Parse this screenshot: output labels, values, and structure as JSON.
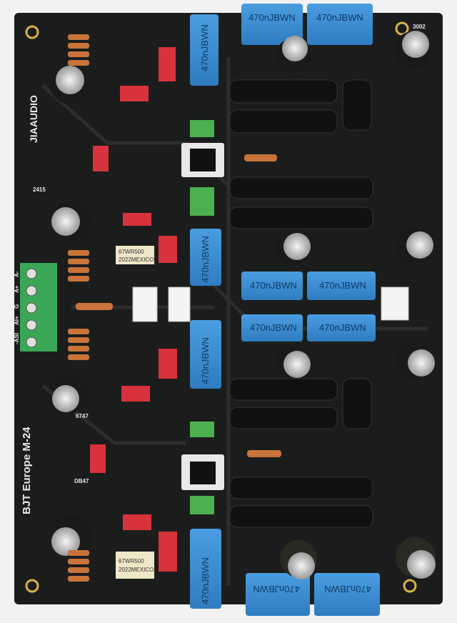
{
  "board": {
    "brand": "JIAAUDIO",
    "model_line": "BJT Europe   M-24",
    "small_marks": [
      "2415",
      "6747",
      "DB47",
      "3002"
    ]
  },
  "film_caps": {
    "label": "470nJBWN"
  },
  "trimpots": [
    {
      "line1": "67WR500",
      "line2": "2022MEXICO"
    },
    {
      "line1": "67WR500",
      "line2": "2022MEXICO"
    }
  ],
  "terminal_block": {
    "labels": [
      "-ASI",
      "AI+",
      "G",
      "A+",
      "A-"
    ]
  },
  "colors": {
    "pcb": "#1b1d1c",
    "film_cap": "#3b8fd1",
    "electrolytic": "#1a1a1a",
    "terminal": "#3aa757",
    "red_cap": "#d8323c",
    "green_cap": "#4caf50",
    "resistor": "#c8743a"
  }
}
